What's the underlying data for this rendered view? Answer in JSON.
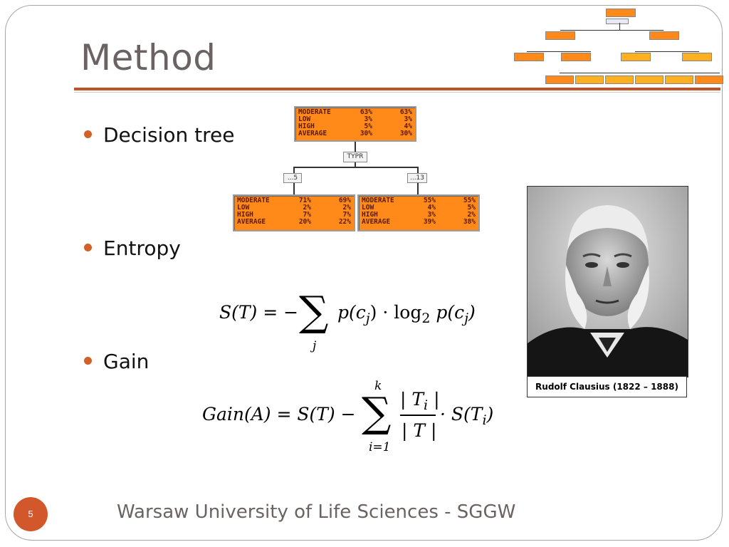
{
  "slide": {
    "title": "Method",
    "page_number": "5",
    "footer": "Warsaw University of Life Sciences - SGGW"
  },
  "bullets": [
    "Decision tree",
    "Entropy",
    "Gain"
  ],
  "tree": {
    "root": {
      "rows": [
        [
          "MODERATE",
          "63%",
          "63%"
        ],
        [
          "LOW",
          "3%",
          "3%"
        ],
        [
          "HIGH",
          "5%",
          "4%"
        ],
        [
          "AVERAGE",
          "30%",
          "30%"
        ]
      ]
    },
    "split_label": "TYPR",
    "left_label": "...5",
    "right_label": "...13",
    "left": {
      "rows": [
        [
          "MODERATE",
          "71%",
          "69%"
        ],
        [
          "LOW",
          "2%",
          "2%"
        ],
        [
          "HIGH",
          "7%",
          "7%"
        ],
        [
          "AVERAGE",
          "20%",
          "22%"
        ]
      ]
    },
    "right": {
      "rows": [
        [
          "MODERATE",
          "55%",
          "55%"
        ],
        [
          "LOW",
          "4%",
          "5%"
        ],
        [
          "HIGH",
          "3%",
          "2%"
        ],
        [
          "AVERAGE",
          "39%",
          "38%"
        ]
      ]
    }
  },
  "formulas": {
    "entropy": {
      "lhs": "S(T) = −",
      "sum_sub": "j",
      "body": "p(c",
      "body_sub": "j",
      "body2": ") · log",
      "log_sub": "2",
      "body3": " p(c",
      "body3_sub": "j",
      "body4": ")"
    },
    "gain": {
      "lhs": "Gain(A) = S(T) −",
      "sum_sup": "k",
      "sum_sub": "i=1",
      "numerator": "| T",
      "numerator_sub": "i",
      "numerator_end": " |",
      "denominator": "| T |",
      "tail": "· S(T",
      "tail_sub": "i",
      "tail_end": ")"
    }
  },
  "photo": {
    "caption": "Rudolf Clausius (1822 – 1888)"
  },
  "colors": {
    "accent": "#d2602a",
    "node_fill": "#ff8a1a",
    "title_text": "#6b6363"
  }
}
